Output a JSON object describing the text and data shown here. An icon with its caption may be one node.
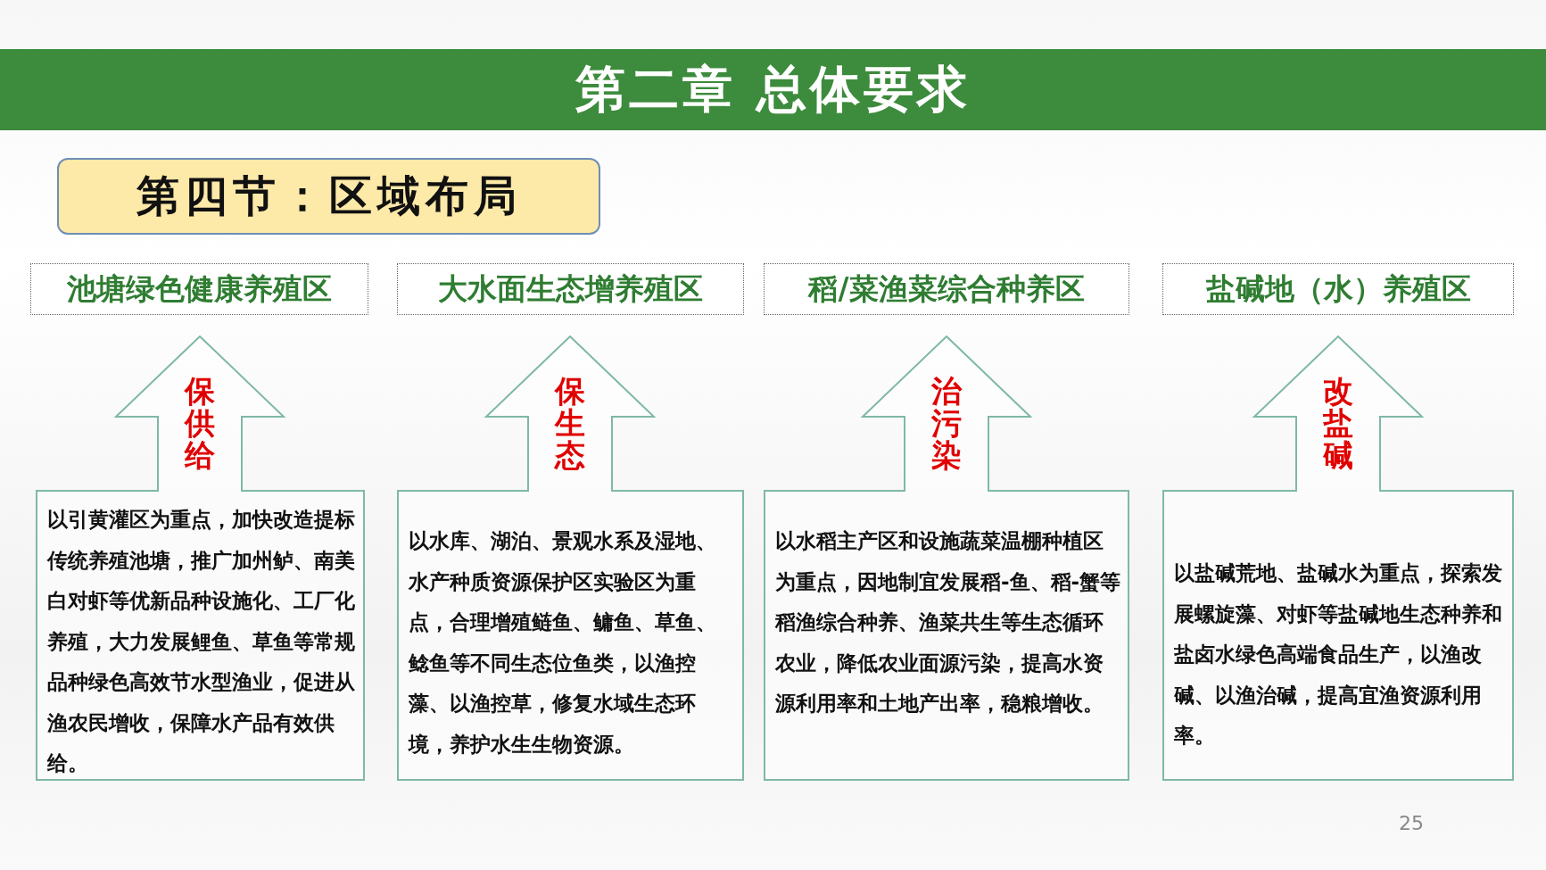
{
  "diagram": {
    "title": "第二章 总体要求",
    "nodes": [
      {
        "text": [
          "第四节：区域布局"
        ]
      },
      {
        "text": [
          "池塘绿色健康养殖区"
        ]
      },
      {
        "text": [
          "大水面生态增养殖区"
        ]
      },
      {
        "text": [
          "稻/菜渔菜综合种养区"
        ]
      },
      {
        "text": [
          "盐碱地（水）养殖区"
        ]
      },
      {
        "text": [
          "保供给",
          "以引黄灌区为重点，加快改造提标传统养殖池塘，推广加州鲈、南美白对虾等优新品种设施化、工厂化养殖，大力发展鲤鱼、草鱼等常规品种绿色高效节水型渔业，促进从渔农民增收，保障水产品有效供给。"
        ]
      },
      {
        "text": [
          "保生态",
          "以水库、湖泊、景观水系及湿地、水产种质资源保护区实验区为重点，合理增殖鲢鱼、鳙鱼、草鱼、鲶鱼等不同生态位鱼类，以渔控藻、以渔控草，修复水域生态环境，养护水生生物资源。"
        ]
      },
      {
        "text": [
          "治污染",
          "以水稻主产区和设施蔬菜温棚种植区为重点，因地制宜发展稻-鱼、稻-蟹等稻渔综合种养、渔菜共生等生态循环农业，降低农业面源污染，提高水资源利用率和土地产出率，稳粮增收。"
        ]
      },
      {
        "text": [
          "改盐碱",
          "以盐碱荒地、盐碱水为重点，探索发展螺旋藻、对虾等盐碱地生态种养和盐卤水绿色高端食品生产，以渔改碱、以渔治碱，提高宜渔资源利用率。"
        ]
      }
    ],
    "labels": [
      "25"
    ]
  }
}
